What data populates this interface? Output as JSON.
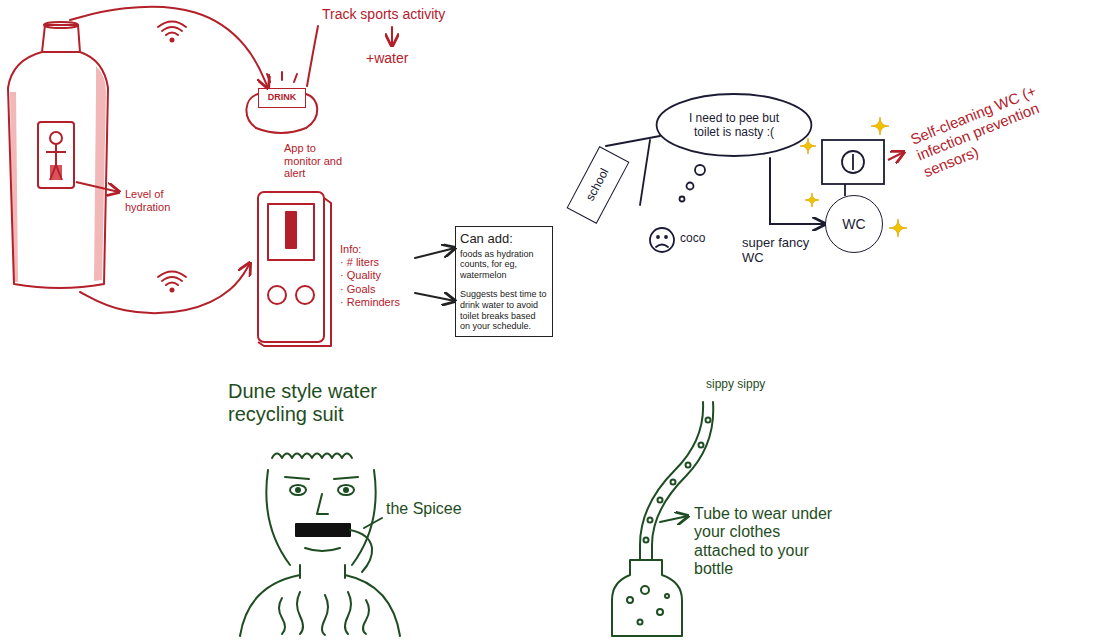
{
  "diagram": {
    "nodes": [
      {
        "text": [
          "Level of hydration"
        ]
      },
      {
        "text": [
          "DRINK"
        ]
      },
      {
        "text": [
          "Info:",
          "· # liters",
          "· Quality",
          "· Goals",
          "· Reminders"
        ]
      },
      {
        "text": [
          "Can add:",
          "foods as hydration counts, for eg, watermelon",
          "Suggests best time to drink water to avoid toilet breaks based on your schedule."
        ]
      },
      {
        "text": [
          "school"
        ]
      },
      {
        "text": [
          "I need to pee but toilet is nasty :("
        ]
      },
      {
        "text": [
          "WC"
        ]
      }
    ],
    "edges": [
      {
        "from": 0,
        "to": 1,
        "arrow": "to"
      },
      {
        "from": 0,
        "to": 2,
        "arrow": "to"
      },
      {
        "from": 2,
        "to": 3,
        "arrow": "to"
      },
      {
        "from": 2,
        "to": 3,
        "arrow": "to"
      },
      {
        "from": 5,
        "to": 6,
        "arrow": "to"
      }
    ],
    "labels": [
      "Track sports activity",
      "+water",
      "App to monitor and alert",
      "coco",
      "super fancy WC",
      "Self-cleaning WC (+ infection prevention sensors)",
      "Dune style water recycling suit",
      "the Spicee",
      "sippy sippy",
      "Tube to wear under your clothes attached to your bottle"
    ]
  }
}
